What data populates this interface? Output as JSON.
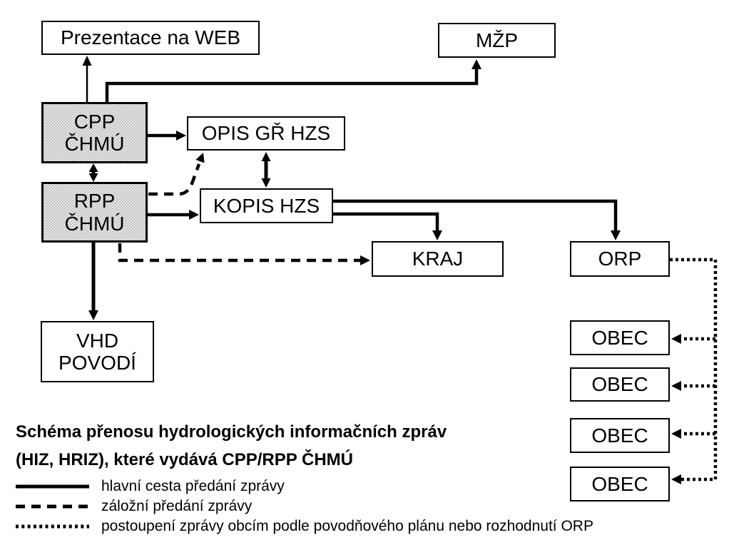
{
  "nodes": {
    "prezentace": {
      "label": "Prezentace na WEB"
    },
    "mzp": {
      "label": "MŽP"
    },
    "cpp": {
      "line1": "CPP",
      "line2": "ČHMÚ"
    },
    "opis": {
      "label": "OPIS GŘ HZS"
    },
    "rpp": {
      "line1": "RPP",
      "line2": "ČHMÚ"
    },
    "kopis": {
      "label": "KOPIS HZS"
    },
    "kraj": {
      "label": "KRAJ"
    },
    "orp": {
      "label": "ORP"
    },
    "vhd": {
      "line1": "VHD",
      "line2": "POVODÍ"
    },
    "obec": {
      "label": "OBEC"
    }
  },
  "title": {
    "line1": "Schéma přenosu hydrologických informačních zpráv",
    "line2": "(HIZ, HRIZ), které vydává CPP/RPP ČHMÚ"
  },
  "legend": {
    "items": [
      {
        "style": "solid",
        "label": "hlavní cesta předání zprávy"
      },
      {
        "style": "dashed",
        "label": "záložní předání zprávy"
      },
      {
        "style": "dotted",
        "label": "postoupení zprávy obcím podle povodňového plánu nebo rozhodnutí ORP"
      }
    ]
  },
  "colors": {
    "line": "#000000",
    "box_border": "#000000",
    "box_fill": "#ffffff",
    "pattern_dark": "#c2c2c2",
    "pattern_light": "#e9e9e9",
    "background": "#ffffff"
  }
}
